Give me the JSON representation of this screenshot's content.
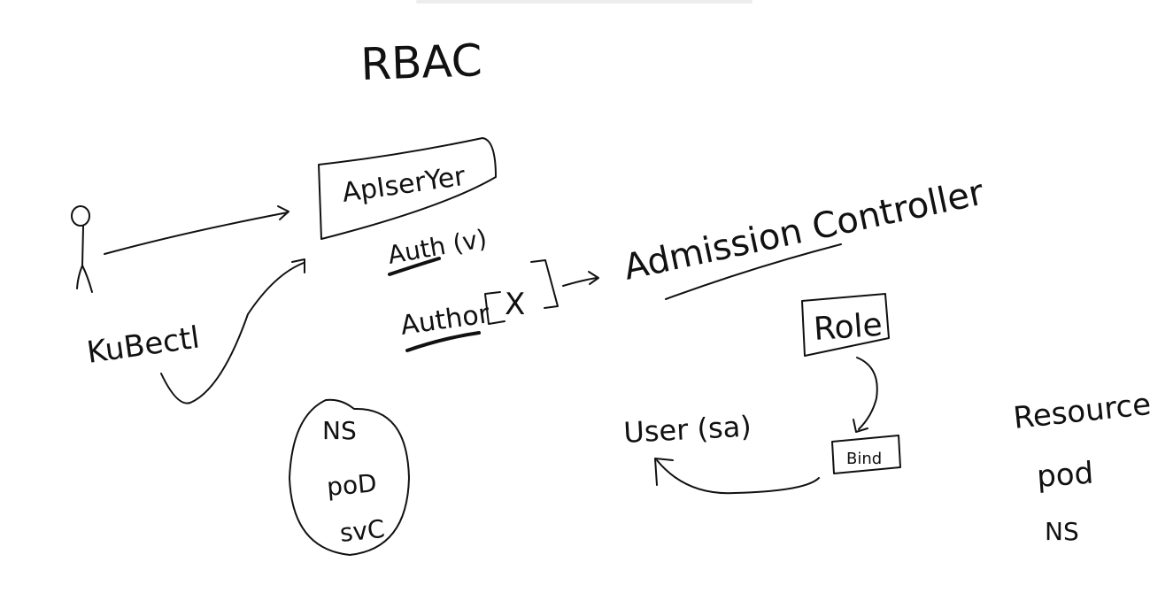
{
  "title": "RBAC",
  "nodes": {
    "apiserver": "ApIserYer",
    "kubectl": "KuBectl",
    "auth": "Auth (v)",
    "author": "Author",
    "author_box": "X",
    "admission": "Admission Controller",
    "role": "Role",
    "bind": "Bind",
    "user": "User (sa)"
  },
  "ns_circle": [
    "NS",
    "poD",
    "svC"
  ],
  "resource": [
    "Resource",
    "pod",
    "NS"
  ],
  "colors": {
    "ink": "#111111",
    "background": "#ffffff"
  }
}
